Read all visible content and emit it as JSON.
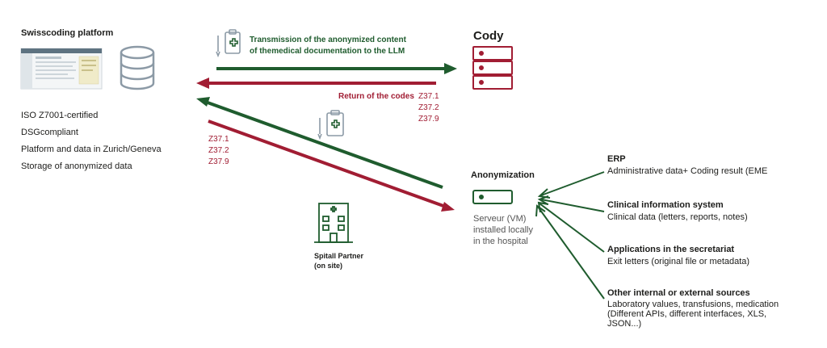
{
  "colors": {
    "green": "#1f5c2e",
    "red": "#a11d33",
    "gray": "#8c9aa6",
    "text": "#1d1d1b"
  },
  "platform": {
    "title": "Swisscoding platform",
    "features": [
      "ISO Z7001-certified",
      "DSGcompliant",
      "Platform and data in Zurich/Geneva",
      "Storage of anonymized data"
    ]
  },
  "transmission": {
    "line1": "Transmission of the anonymized content",
    "line2": "of themedical documentation to the LLM"
  },
  "return_label": "Return of the codes",
  "codes_right": [
    "Z37.1",
    "Z37.2",
    "Z37.9"
  ],
  "codes_left": [
    "Z37.1",
    "Z37.2",
    "Z37.9"
  ],
  "cody": {
    "title": "Cody"
  },
  "anonymization": {
    "title": "Anonymization",
    "desc": [
      "Serveur (VM)",
      "installed locally",
      "in the hospital"
    ]
  },
  "hospital": {
    "line1": "Spitall Partner",
    "line2": "(on site)"
  },
  "sources": [
    {
      "title": "ERP",
      "desc": [
        "Administrative data+ Coding result (EME"
      ]
    },
    {
      "title": "Clinical information system",
      "desc": [
        "Clinical data (letters, reports, notes)"
      ]
    },
    {
      "title": "Applications in the secretariat",
      "desc": [
        "Exit letters (original file or metadata)"
      ]
    },
    {
      "title": "Other internal or external sources",
      "desc": [
        "Laboratory values, transfusions, medication",
        "(Different APIs, different interfaces, XLS,",
        "JSON...)"
      ]
    }
  ]
}
